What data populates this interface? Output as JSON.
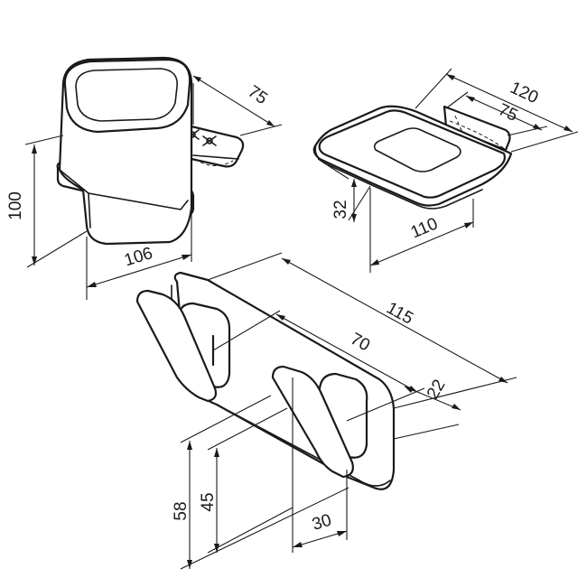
{
  "dimensions": {
    "cup_holder": {
      "height": "100",
      "width": "106",
      "depth": "75"
    },
    "soap_dish": {
      "depth_outer": "120",
      "depth_bracket": "75",
      "height": "32",
      "width": "110"
    },
    "double_hook": {
      "length": "115",
      "hook_spacing": "70",
      "width": "22",
      "height_overall": "58",
      "height_hook": "45",
      "hook_depth": "30"
    }
  }
}
